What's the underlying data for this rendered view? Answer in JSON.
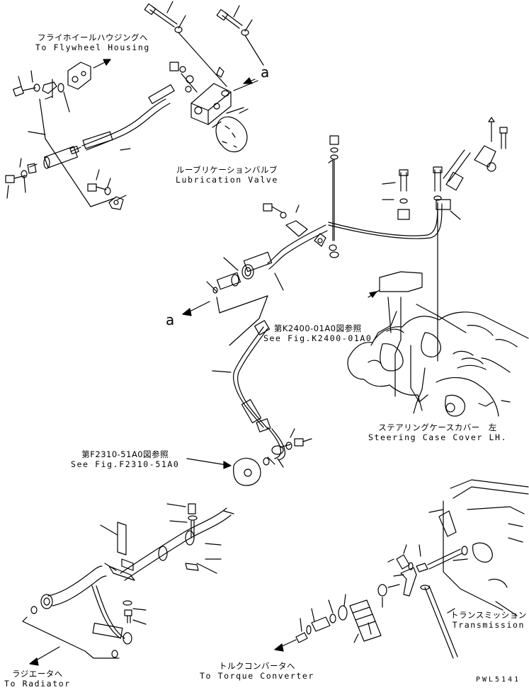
{
  "labels": {
    "flywheel": {
      "jp": "フライホイールハウジングへ",
      "en": "To Flywheel Housing"
    },
    "lube": {
      "jp": "ルーブリケーションバルブ",
      "en": "Lubrication Valve"
    },
    "k2400": {
      "jp": "第K2400-01A0図参照",
      "en": "See Fig.K2400-01A0"
    },
    "steering": {
      "jp": "ステアリングケースカバー　左",
      "en": "Steering Case Cover LH."
    },
    "f2310": {
      "jp": "第F2310-51A0図参照",
      "en": "See Fig.F2310-51A0"
    },
    "transmission": {
      "jp": "トランスミッション",
      "en": "Transmission"
    },
    "torque": {
      "jp": "トルクコンバータへ",
      "en": "To Torque Converter"
    },
    "radiator": {
      "jp": "ラジエータへ",
      "en": "To Radiator"
    }
  },
  "callouts": {
    "a_top": "a",
    "a_mid": "a"
  },
  "drawing_code": "PWL5141"
}
